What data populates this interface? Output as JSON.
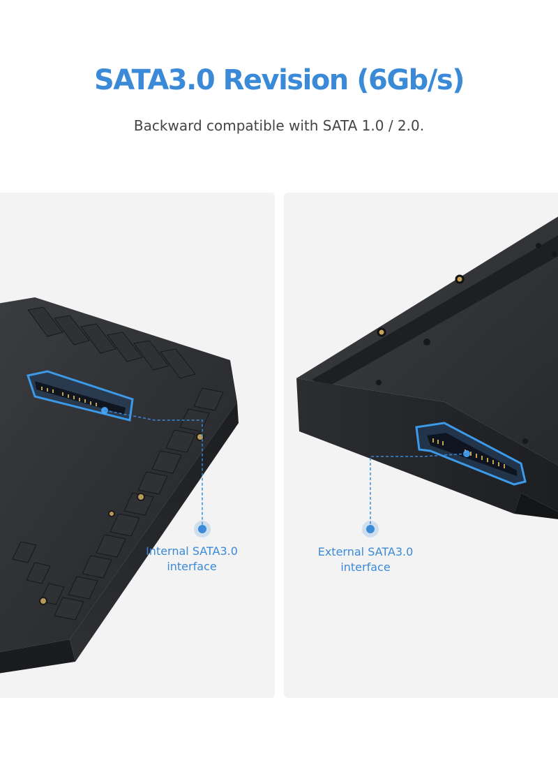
{
  "header": {
    "title": "SATA3.0 Revision (6Gb/s)",
    "subtitle": "Backward compatible with SATA 1.0 / 2.0."
  },
  "callouts": {
    "internal": {
      "line1": "Internal SATA3.0",
      "line2": "interface"
    },
    "external": {
      "line1": "External SATA3.0",
      "line2": "interface"
    }
  },
  "colors": {
    "accent": "#3a8ad8",
    "subtitle_text": "#444444",
    "panel_bg": "#f3f3f3",
    "device_body": "#2a2c2f",
    "connector_highlight": "#3d9ae8"
  }
}
